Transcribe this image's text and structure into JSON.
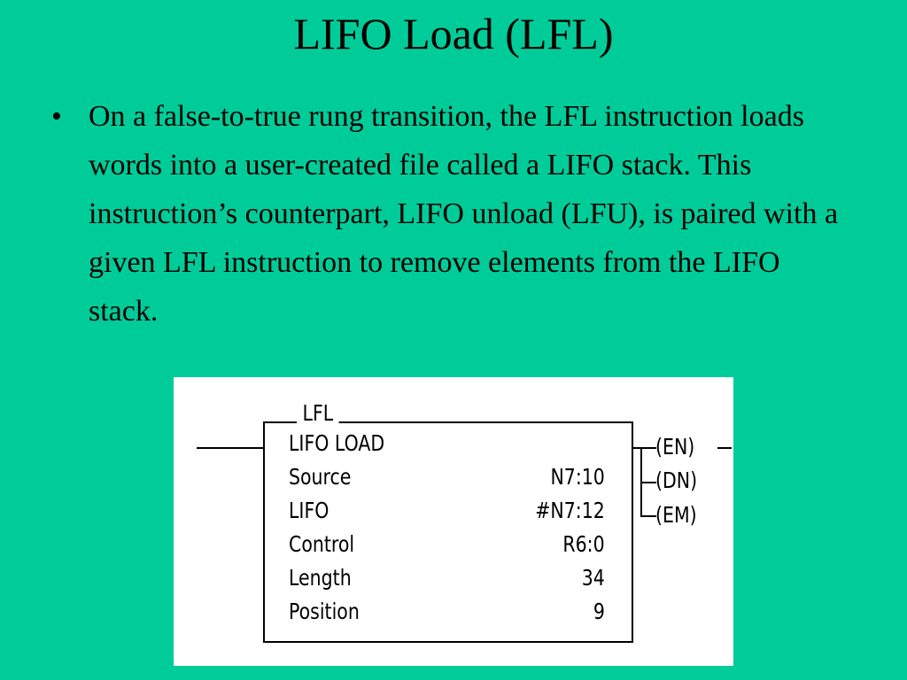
{
  "slide": {
    "title": "LIFO Load (LFL)",
    "bullet_char": "•",
    "bullet_text": "On a false-to-true rung transition, the LFL instruction loads words into a user-created file called a LIFO stack. This instruction’s counterpart, LIFO unload (LFU), is paired with a given LFL instruction to remove elements from the LIFO stack."
  },
  "diagram": {
    "instruction_tag": "LFL",
    "heading": "LIFO   LOAD",
    "rows": [
      {
        "label": "Source",
        "value": "N7:10"
      },
      {
        "label": "LIFO",
        "value": "#N7:12"
      },
      {
        "label": "Control",
        "value": "R6:0"
      },
      {
        "label": "Length",
        "value": "34"
      },
      {
        "label": "Position",
        "value": "9"
      }
    ],
    "outputs": [
      "(EN)",
      "(DN)",
      "(EM)"
    ]
  }
}
